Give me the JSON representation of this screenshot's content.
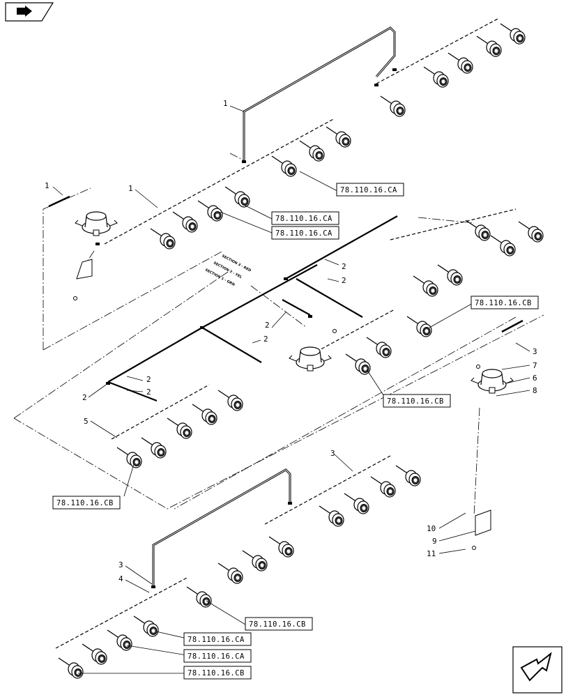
{
  "header": {
    "icon": "book-arrow-icon"
  },
  "footer": {
    "icon": "next-page-arrow-icon"
  },
  "section_labels": [
    "SECTION 3 - RED",
    "SECTION 2 - YEL",
    "SECTION 1 - GRN"
  ],
  "callouts": [
    "1",
    "1",
    "1",
    "2",
    "2",
    "2",
    "2",
    "2",
    "2",
    "2",
    "5",
    "3",
    "7",
    "6",
    "8",
    "3",
    "3",
    "4",
    "10",
    "9",
    "11"
  ],
  "references": [
    "78.110.16.CA",
    "78.110.16.CA",
    "78.110.16.CA",
    "78.110.16.CB",
    "78.110.16.CB",
    "78.110.16.CB",
    "78.110.16.CB",
    "78.110.16.CA",
    "78.110.16.CA",
    "78.110.16.CB"
  ]
}
